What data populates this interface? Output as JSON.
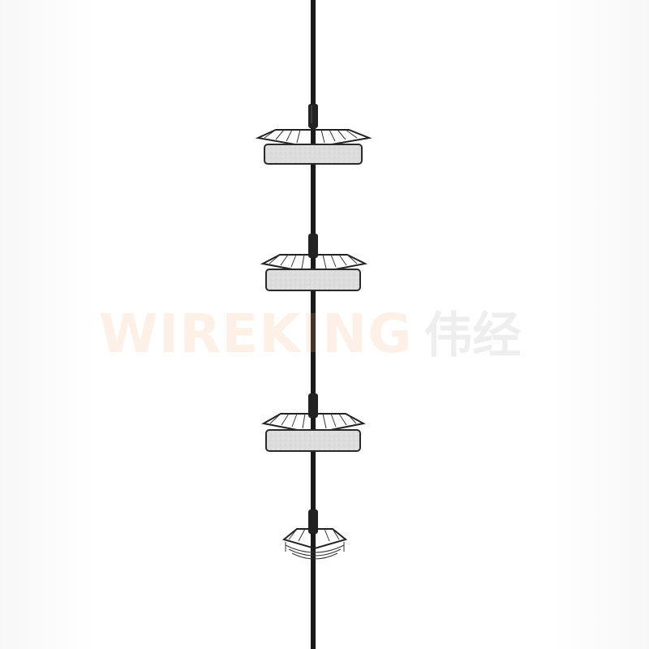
{
  "watermark": {
    "brand_latin": "WIREKING",
    "brand_cjk": "伟经",
    "latin_color": "#f5aa78",
    "cjk_color": "#969696"
  },
  "product": {
    "pole_color": "#1a1a1a",
    "basket_wire_color": "#2a2a2a",
    "panel_color": "#d9d9d9",
    "shelf_count": 4
  }
}
